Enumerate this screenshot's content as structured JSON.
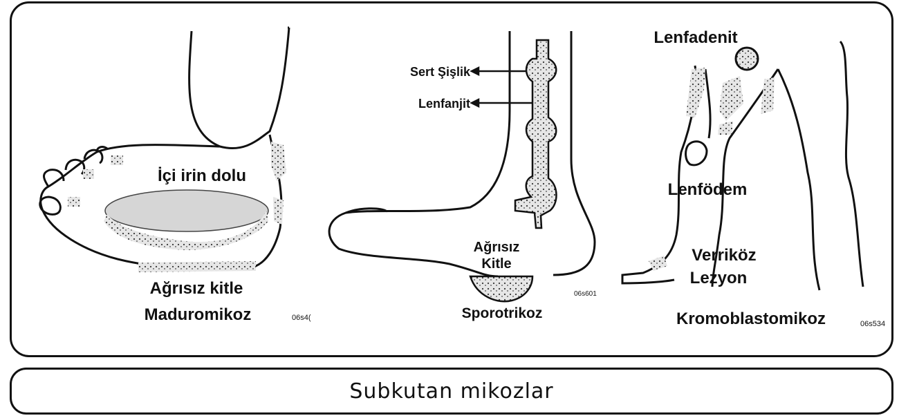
{
  "panels": {
    "left": {
      "inner_label": "İçi irin dolu",
      "bottom_label": "Ağrısız kitle",
      "disease": "Maduromikoz",
      "code": "06s4("
    },
    "middle": {
      "label_top": "Sert Şişlik",
      "label_vessel": "Lenfanjit",
      "mass_line1": "Ağrısız",
      "mass_line2": "Kitle",
      "disease": "Sporotrikoz",
      "code": "06s601"
    },
    "right": {
      "label_node": "Lenfadenit",
      "label_edema": "Lenfödem",
      "lesion_line1": "Verriköz",
      "lesion_line2": "Lezyon",
      "disease": "Kromoblastomikoz",
      "code": "06s534"
    }
  },
  "footer": {
    "title": "Subkutan mikozlar"
  },
  "colors": {
    "line": "#111111",
    "fill_lesion": "#d6d6d6",
    "background": "#ffffff"
  }
}
